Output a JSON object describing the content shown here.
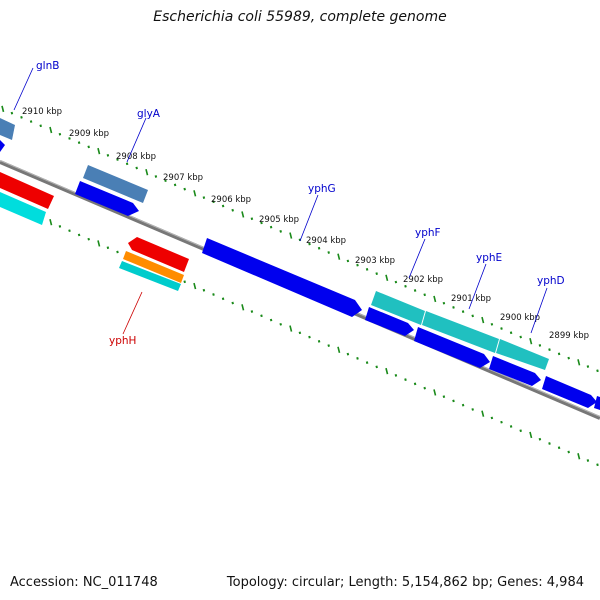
{
  "title": "Escherichia coli 55989, complete genome",
  "footer": {
    "accession": "Accession: NC_011748",
    "summary": "Topology: circular; Length: 5,154,862 bp; Genes: 4,984"
  },
  "colors": {
    "label_blue": "#0000cc",
    "label_red": "#cc0000",
    "dots_green": "#1a8a1a",
    "backbone": "#777777",
    "gene_blue": "#0000ee",
    "gene_cyan": "#00cccc",
    "gene_teal": "#20c0c0",
    "gene_steel": "#4a7fb5",
    "gene_red": "#ee0000",
    "gene_orange": "#ff8c00"
  },
  "kbp_labels": [
    "2910 kbp",
    "2909 kbp",
    "2908 kbp",
    "2907 kbp",
    "2906 kbp",
    "2905 kbp",
    "2904 kbp",
    "2903 kbp",
    "2902 kbp",
    "2901 kbp",
    "2900 kbp",
    "2899 kbp"
  ],
  "gene_labels": [
    {
      "name": "glnB",
      "color": "blue"
    },
    {
      "name": "glyA",
      "color": "blue"
    },
    {
      "name": "yphG",
      "color": "blue"
    },
    {
      "name": "yphF",
      "color": "blue"
    },
    {
      "name": "yphE",
      "color": "blue"
    },
    {
      "name": "yphD",
      "color": "blue"
    },
    {
      "name": "yphH",
      "color": "red"
    }
  ]
}
